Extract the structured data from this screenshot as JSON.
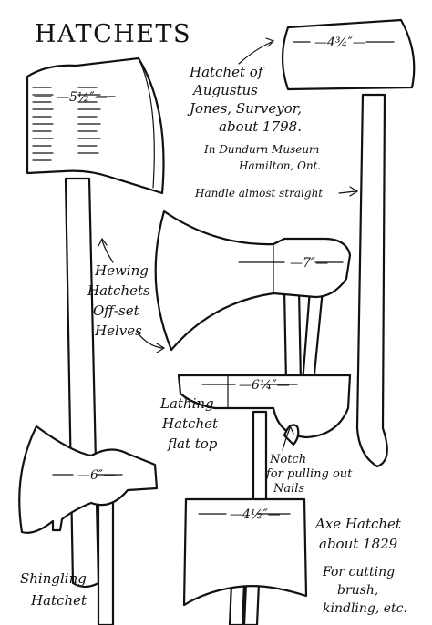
{
  "title": "HATCHETS",
  "measurements": {
    "hewing_left": "5½",
    "augustus": "4¾",
    "hewing_right": "7",
    "lathing": "6¼",
    "shingling": "6",
    "axe_hatchet": "4½"
  },
  "labels": {
    "augustus": [
      "Hatchet of",
      "Augustus",
      "Jones, Surveyor,",
      "about 1798."
    ],
    "museum": [
      "In Dundurn Museum",
      "Hamilton, Ont."
    ],
    "handle_note": "Handle almost straight",
    "hewing": [
      "Hewing",
      "Hatchets",
      "Off-set",
      "Helves"
    ],
    "lathing": [
      "Lathing",
      "Hatchet",
      "flat top"
    ],
    "notch": [
      "Notch",
      "for pulling out",
      "Nails"
    ],
    "axe_hatchet": [
      "Axe Hatchet",
      "about 1829"
    ],
    "axe_use": [
      "For cutting",
      "brush,",
      "kindling, etc."
    ],
    "shingling": [
      "Shingling",
      "Hatchet"
    ]
  }
}
